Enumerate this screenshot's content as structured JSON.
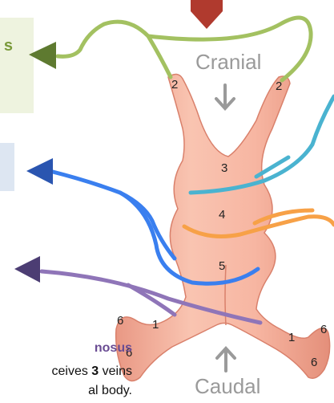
{
  "labels": {
    "box_green_text": "s",
    "cranial": "Cranial",
    "caudal": "Caudal"
  },
  "caption": {
    "title": "nosus",
    "line1_prefix": "ceives ",
    "line1_bold": "3",
    "line1_suffix": " veins",
    "line2": "al body."
  },
  "segments": {
    "s1": "1",
    "s2": "2",
    "s3": "3",
    "s4": "4",
    "s5": "5",
    "s6": "6"
  },
  "colors": {
    "green": "#a3c161",
    "green_arrow": "#5e7a30",
    "blue_teal": "#4ab3d0",
    "blue": "#3a7fef",
    "blue_arrow": "#2a55b0",
    "orange": "#f7a147",
    "purple": "#8f75b8",
    "purple_arrow": "#4c3d73",
    "red_arrow": "#b03a2e",
    "grey_arrow": "#9a9a9a",
    "body": "#f6b5a1"
  }
}
